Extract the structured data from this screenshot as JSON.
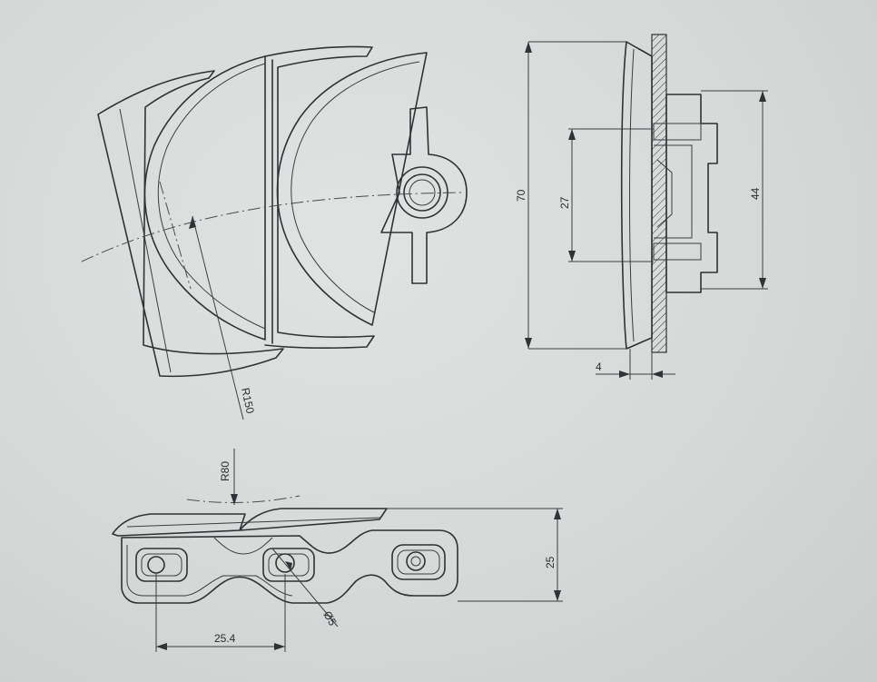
{
  "dimensions": {
    "height_overall": "70",
    "inner_height": "27",
    "pin_span": "44",
    "thickness": "4",
    "radius_top": "R150",
    "radius_side": "R80",
    "side_height": "25",
    "pitch": "25.4",
    "hole_diameter": "Ø5"
  }
}
